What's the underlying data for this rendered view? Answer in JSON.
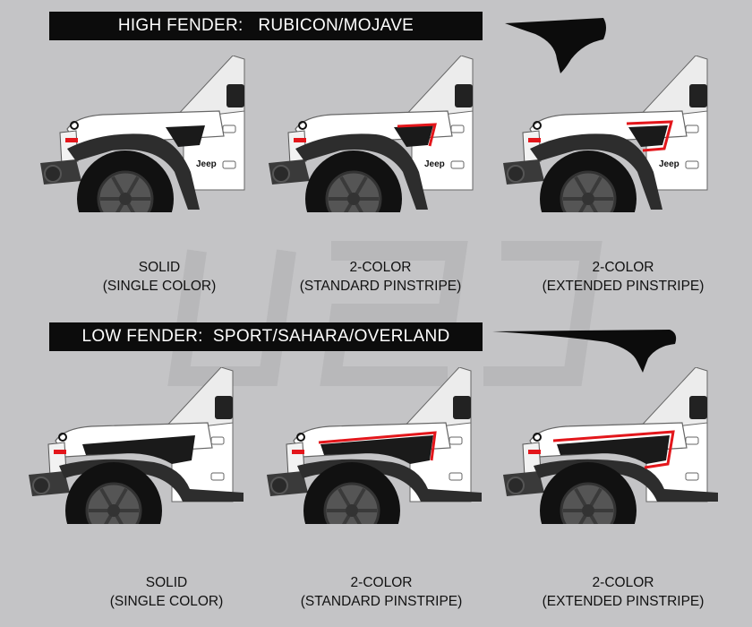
{
  "sections": [
    {
      "banner": "HIGH FENDER:   RUBICON/MOJAVE",
      "fender_icon": "high-fender-silhouette",
      "variants": [
        {
          "line1": "SOLID",
          "line2": "(SINGLE COLOR)",
          "pinstripe": "none"
        },
        {
          "line1": "2-COLOR",
          "line2": "(STANDARD PINSTRIPE)",
          "pinstripe": "standard"
        },
        {
          "line1": "2-COLOR",
          "line2": "(EXTENDED PINSTRIPE)",
          "pinstripe": "extended"
        }
      ]
    },
    {
      "banner": "LOW FENDER:  SPORT/SAHARA/OVERLAND",
      "fender_icon": "low-fender-silhouette",
      "variants": [
        {
          "line1": "SOLID",
          "line2": "(SINGLE COLOR)",
          "pinstripe": "none"
        },
        {
          "line1": "2-COLOR",
          "line2": "(STANDARD PINSTRIPE)",
          "pinstripe": "standard"
        },
        {
          "line1": "2-COLOR",
          "line2": "(EXTENDED PINSTRIPE)",
          "pinstripe": "extended"
        }
      ]
    }
  ],
  "badge_text": "Jeep",
  "colors": {
    "background": "#c4c4c6",
    "banner": "#0c0c0c",
    "decal": "#1a1a1a",
    "pinstripe": "#e3161b",
    "body": "#ffffff",
    "tire": "#111111",
    "wheel": "#555555"
  }
}
